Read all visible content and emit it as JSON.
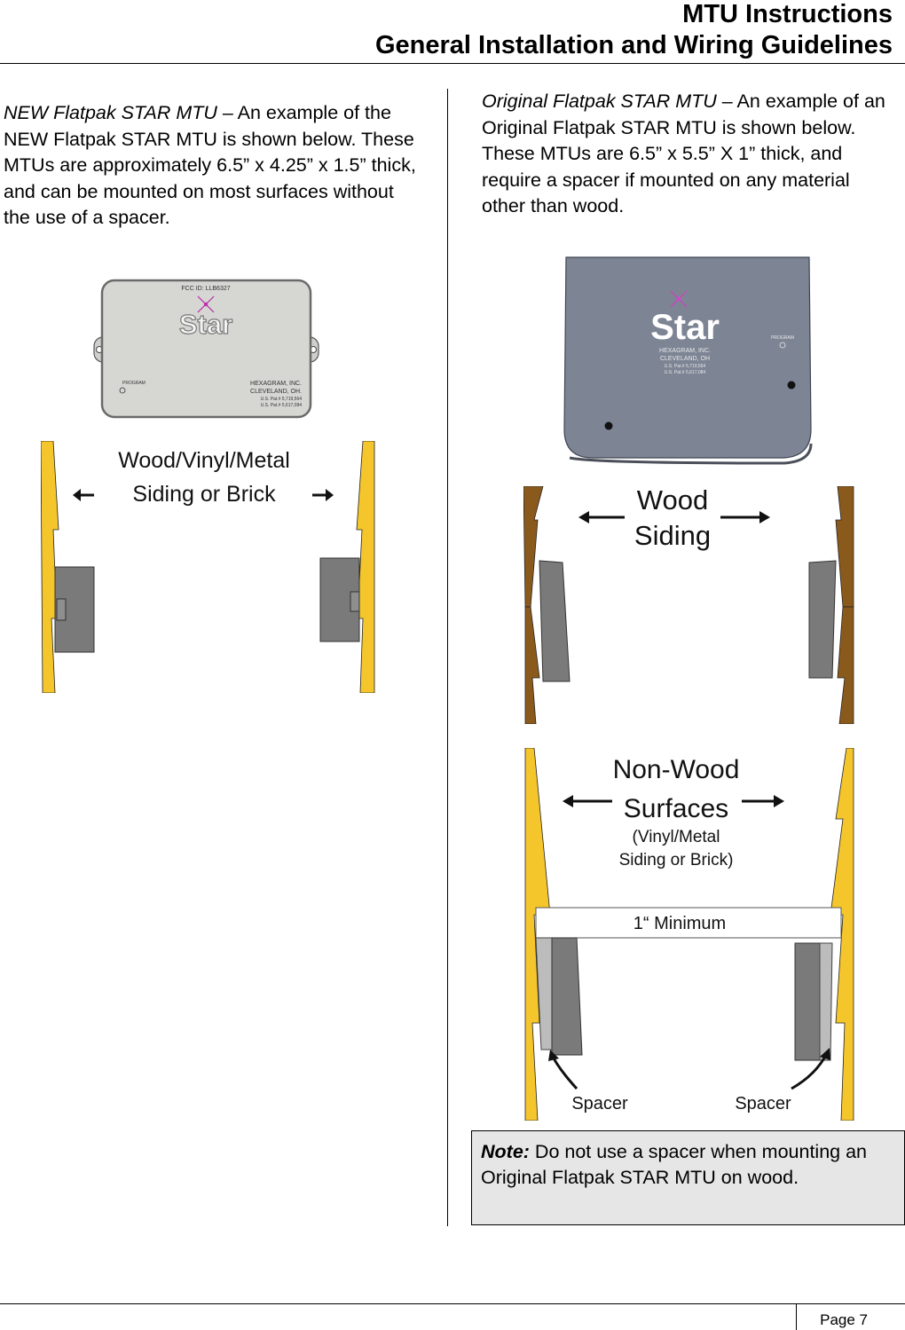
{
  "header": {
    "line1": "MTU Instructions",
    "line2": "General Installation and Wiring Guidelines"
  },
  "left": {
    "title": "NEW Flatpak STAR MTU",
    "body": " – An example of the NEW Flatpak STAR MTU is shown below.  These MTUs are approximately 6.5” x 4.25” x 1.5” thick, and can be mounted on most surfaces without the use of a spacer.",
    "device": {
      "fcc": "FCC ID: LLB6327",
      "brand": "Star",
      "program": "PROGRAM",
      "maker1": "HEXAGRAM, INC.",
      "maker2": "CLEVELAND, OH.",
      "pat1": "U.S. Pat.# 5,719,564",
      "pat2": "U.S. Pat.# 5,617,084"
    },
    "diagram": {
      "label1": "Wood/Vinyl/Metal",
      "label2": "Siding or Brick"
    }
  },
  "right": {
    "title": "Original Flatpak STAR MTU",
    "body": " – An example of an Original Flatpak STAR MTU is shown below.  These MTUs are 6.5” x 5.5” X 1” thick, and require a spacer if mounted on any material other than wood.",
    "device": {
      "brand": "Star",
      "program": "PROGRAM",
      "maker1": "HEXAGRAM, INC.",
      "maker2": "CLEVELAND, OH",
      "pat1": "U.S. Pat.# 5,719,564",
      "pat2": "U.S. Pat.# 5,617,084"
    },
    "wood_diagram": {
      "label1": "Wood",
      "label2": "Siding"
    },
    "nonwood_diagram": {
      "label1": "Non-Wood",
      "label2": "Surfaces",
      "label3": "(Vinyl/Metal",
      "label4": "Siding or Brick)",
      "minimum": "1“ Minimum",
      "spacer_left": "Spacer",
      "spacer_right": "Spacer"
    }
  },
  "note": {
    "label": "Note:",
    "text": " Do not use a spacer when mounting an Original Flatpak STAR MTU on wood."
  },
  "footer": {
    "page": "Page 7"
  },
  "colors": {
    "siding_yellow": "#f5c62c",
    "wood_brown": "#8a5a1c",
    "mtu_gray": "#7a7a7a",
    "new_device": "#d6d6d3",
    "orig_device": "#7d8595",
    "note_bg": "#e6e6e6"
  }
}
